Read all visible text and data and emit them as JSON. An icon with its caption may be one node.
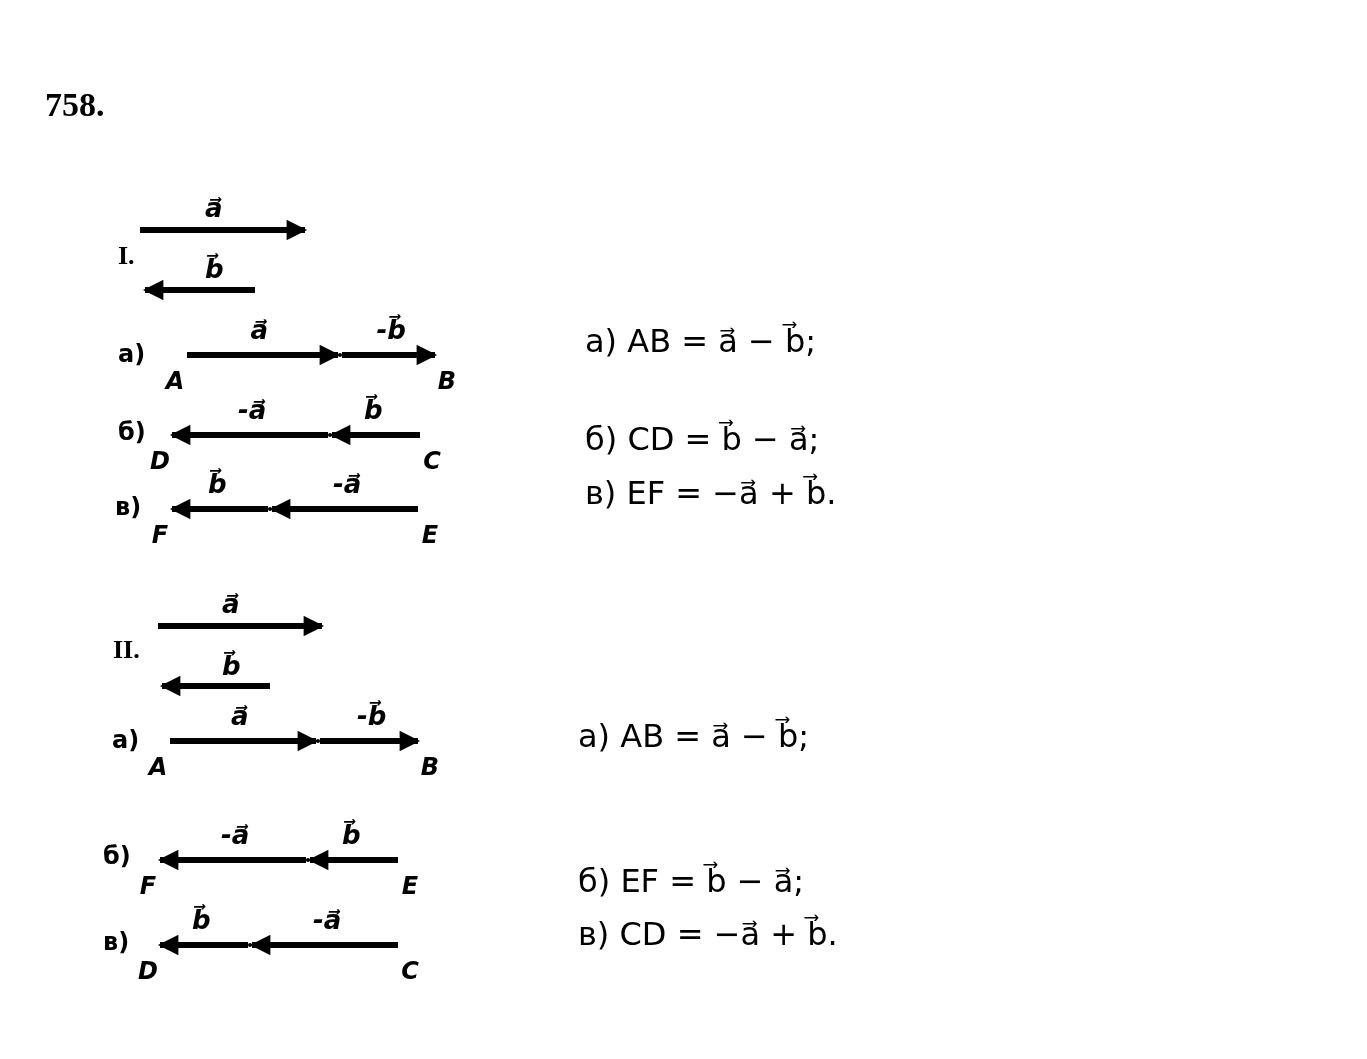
{
  "diagram": {
    "nodes": [
      {
        "text": [
          "A"
        ]
      },
      {
        "text": [],
        "shape": "point"
      },
      {
        "text": [
          "B"
        ]
      },
      {
        "text": [
          "C"
        ]
      },
      {
        "text": [],
        "shape": "point"
      },
      {
        "text": [
          "D"
        ]
      },
      {
        "text": [
          "E"
        ]
      },
      {
        "text": [],
        "shape": "point"
      },
      {
        "text": [
          "F"
        ]
      },
      {
        "text": [
          "A"
        ]
      },
      {
        "text": [],
        "shape": "point"
      },
      {
        "text": [
          "B"
        ]
      },
      {
        "text": [
          "E"
        ]
      },
      {
        "text": [],
        "shape": "point"
      },
      {
        "text": [
          "F"
        ]
      },
      {
        "text": [
          "C"
        ]
      },
      {
        "text": [],
        "shape": "point"
      },
      {
        "text": [
          "D"
        ]
      }
    ],
    "edges": [
      {
        "from": 0,
        "to": 1,
        "arrow": "to",
        "label": "a⃗"
      },
      {
        "from": 1,
        "to": 2,
        "arrow": "to",
        "label": "-b⃗"
      },
      {
        "from": 3,
        "to": 4,
        "arrow": "to",
        "label": "b⃗"
      },
      {
        "from": 4,
        "to": 5,
        "arrow": "to",
        "label": "-a⃗"
      },
      {
        "from": 6,
        "to": 7,
        "arrow": "to",
        "label": "-a⃗"
      },
      {
        "from": 7,
        "to": 8,
        "arrow": "to",
        "label": "b⃗"
      },
      {
        "from": 9,
        "to": 10,
        "arrow": "to",
        "label": "a⃗"
      },
      {
        "from": 10,
        "to": 11,
        "arrow": "to",
        "label": "-b⃗"
      },
      {
        "from": 12,
        "to": 13,
        "arrow": "to",
        "label": "b⃗"
      },
      {
        "from": 13,
        "to": 14,
        "arrow": "to",
        "label": "-a⃗"
      },
      {
        "from": 15,
        "to": 16,
        "arrow": "to",
        "label": "-a⃗"
      },
      {
        "from": 16,
        "to": 17,
        "arrow": "to",
        "label": "b⃗"
      }
    ],
    "labels": [
      "758.",
      "a⃗",
      "I.",
      "b⃗",
      "а)",
      "б)",
      "в)",
      "а) AB = a⃗ − b⃗;",
      "б) CD = b⃗ − a⃗;",
      "в) EF = −a⃗ + b⃗.",
      "a⃗",
      "II.",
      "b⃗",
      "а)",
      "б)",
      "в)",
      "а) AB = a⃗ − b⃗;",
      "б) EF = b⃗ − a⃗;",
      "в) CD = −a⃗ + b⃗."
    ]
  }
}
